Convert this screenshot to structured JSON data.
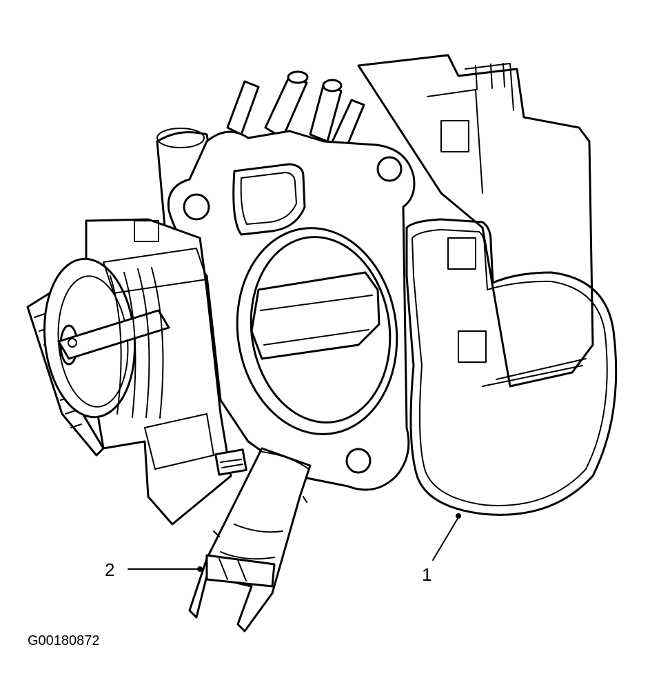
{
  "callouts": [
    {
      "id": "1",
      "label": "1"
    },
    {
      "id": "2",
      "label": "2"
    }
  ],
  "figure_id": "G00180872",
  "colors": {
    "line": "#000000",
    "background": "#ffffff"
  }
}
